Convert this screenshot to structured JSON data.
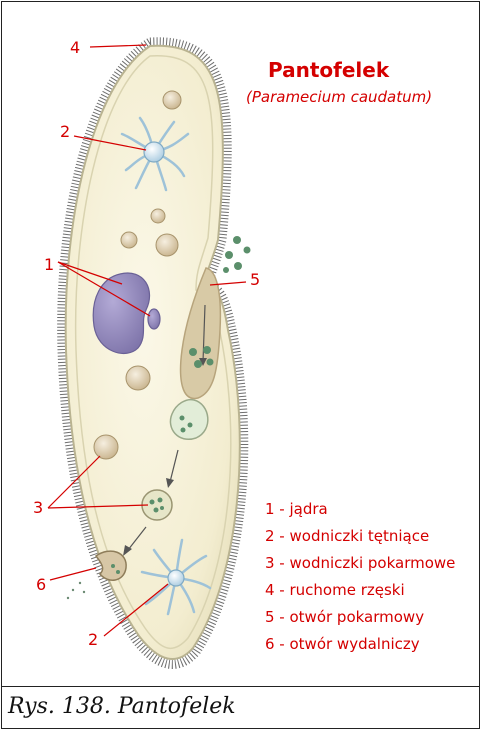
{
  "diagram": {
    "title": "Pantofelek",
    "subtitle": "(Paramecium caudatum)",
    "callout_numbers": [
      "4",
      "2",
      "1",
      "5",
      "3",
      "6",
      "2"
    ],
    "legend": [
      "1 - jądra",
      "2 - wodniczki tętniące",
      "3 - wodniczki pokarmowe",
      "4 - ruchome rzęski",
      "5 - otwór pokarmowy",
      "6 - otwór wydalniczy"
    ],
    "colors": {
      "label_red": "#d40000",
      "cytoplasm": "#f6f1d8",
      "ectoplasm_edge": "#c9c4a6",
      "cilia": "#444444",
      "nucleus": "#8e84b8",
      "vacuole_blue": "#cfe3ee",
      "food_green": "#5b8f6b",
      "granule": "#d7c7a6"
    }
  },
  "caption": "Rys. 138. Pantofelek"
}
